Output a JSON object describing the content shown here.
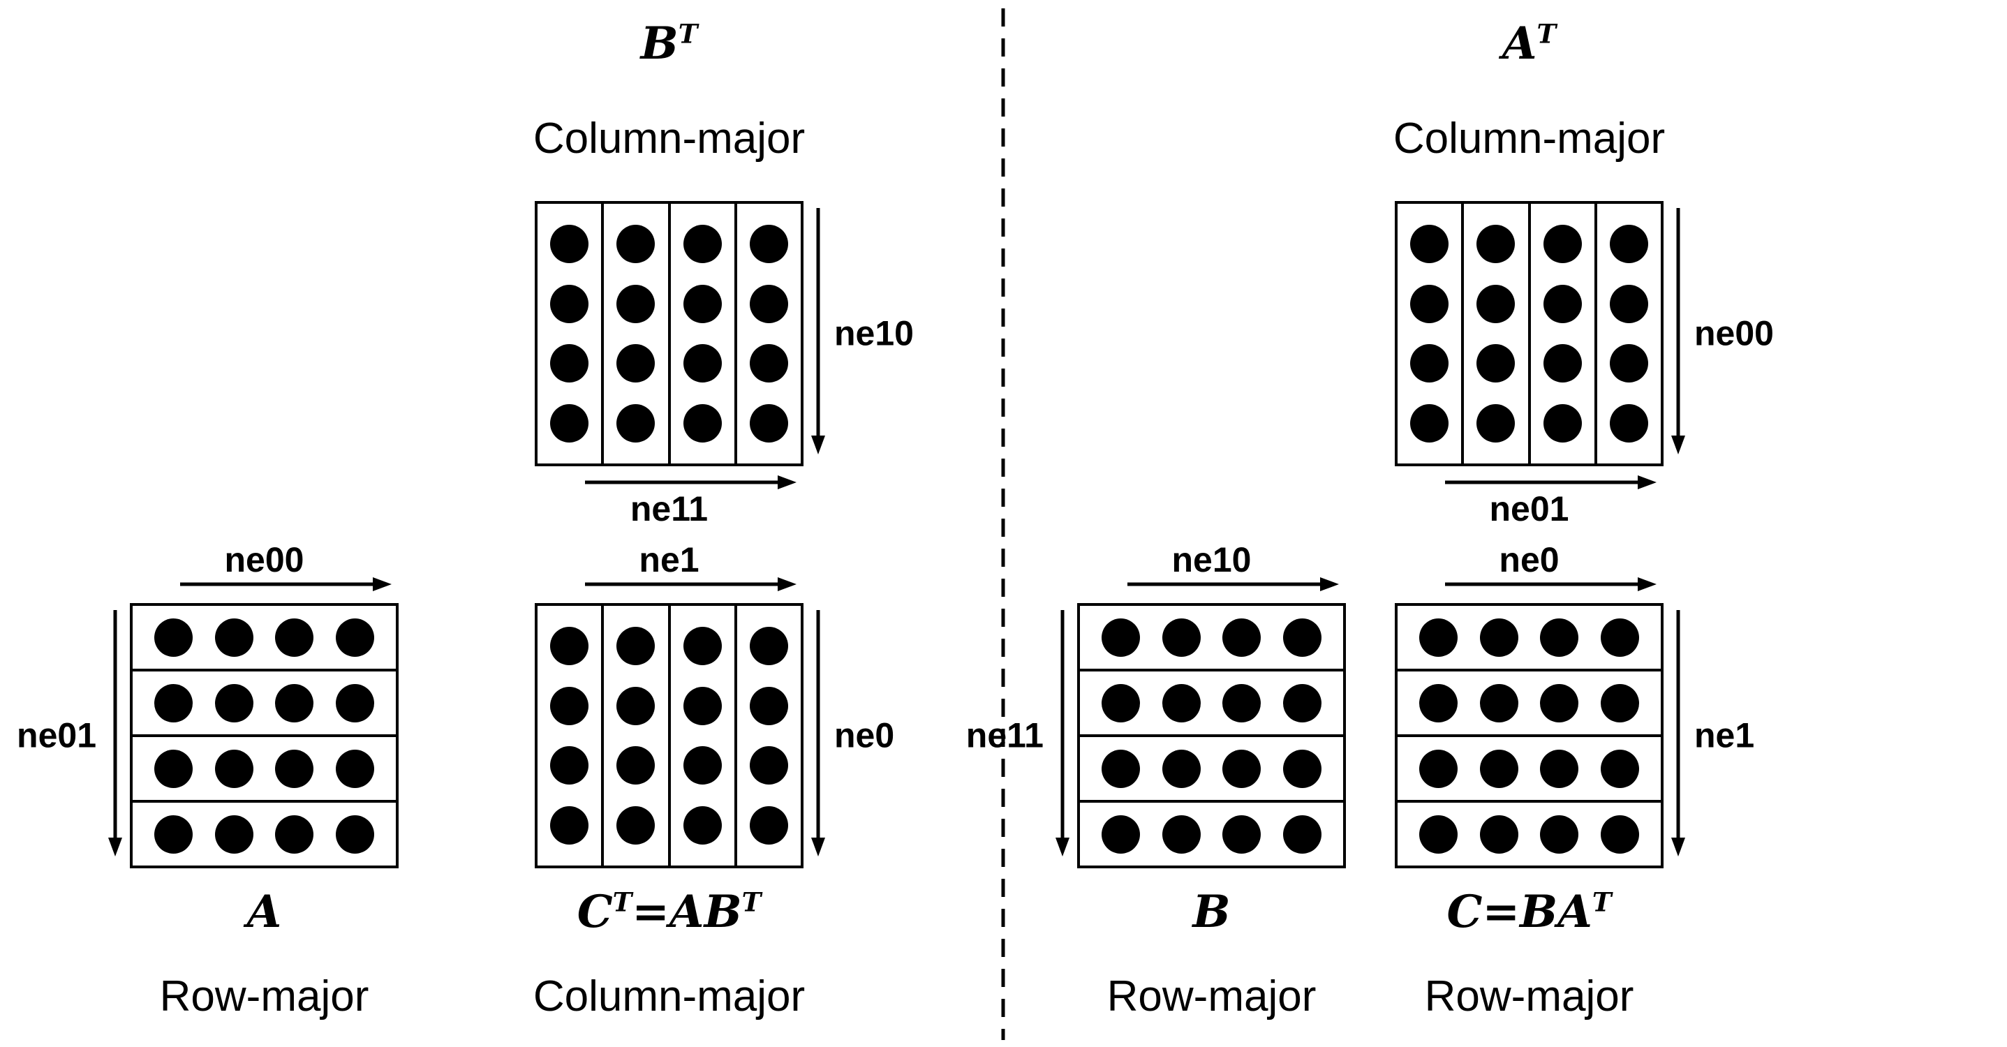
{
  "grid": {
    "rows": 4,
    "cols": 4
  },
  "colors": {
    "ink": "#000000",
    "background": "#ffffff"
  },
  "matrices": {
    "bt": {
      "orientation": "column",
      "title": [
        {
          "t": "B"
        },
        {
          "t": "T",
          "sup": true
        }
      ],
      "subtitle": "Column-major",
      "h_label": "ne11",
      "v_label": "ne10"
    },
    "a": {
      "orientation": "row",
      "title": [
        {
          "t": "A"
        }
      ],
      "subtitle": "Row-major",
      "h_label": "ne00",
      "v_label": "ne01"
    },
    "ct": {
      "orientation": "column",
      "title": [
        {
          "t": "C"
        },
        {
          "t": "T",
          "sup": true
        },
        {
          "t": "=AB"
        },
        {
          "t": "T",
          "sup": true
        }
      ],
      "subtitle": "Column-major",
      "h_label": "ne1",
      "v_label": "ne0"
    },
    "at": {
      "orientation": "column",
      "title": [
        {
          "t": "A"
        },
        {
          "t": "T",
          "sup": true
        }
      ],
      "subtitle": "Column-major",
      "h_label": "ne01",
      "v_label": "ne00"
    },
    "b": {
      "orientation": "row",
      "title": [
        {
          "t": "B"
        }
      ],
      "subtitle": "Row-major",
      "h_label": "ne10",
      "v_label": "ne11"
    },
    "c": {
      "orientation": "row",
      "title": [
        {
          "t": "C"
        },
        {
          "t": "=BA"
        },
        {
          "t": "T",
          "sup": true
        }
      ],
      "subtitle": "Row-major",
      "h_label": "ne0",
      "v_label": "ne1"
    }
  }
}
